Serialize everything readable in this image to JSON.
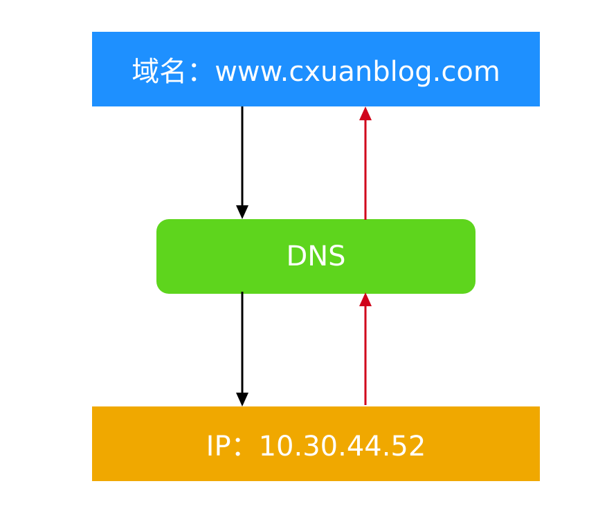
{
  "nodes": {
    "domain": {
      "label": "域名：www.cxuanblog.com"
    },
    "dns": {
      "label": "DNS"
    },
    "ip": {
      "label": "IP：10.30.44.52"
    }
  },
  "colors": {
    "domain_fill": "#1E90FF",
    "dns_fill": "#5ED51D",
    "ip_fill": "#F0A800",
    "forward_arrow": "#000000",
    "return_arrow": "#D0021B",
    "text": "#FFFFFF"
  },
  "edges": [
    {
      "from": "domain",
      "to": "dns",
      "type": "forward"
    },
    {
      "from": "dns",
      "to": "ip",
      "type": "forward"
    },
    {
      "from": "ip",
      "to": "dns",
      "type": "return"
    },
    {
      "from": "dns",
      "to": "domain",
      "type": "return"
    }
  ]
}
